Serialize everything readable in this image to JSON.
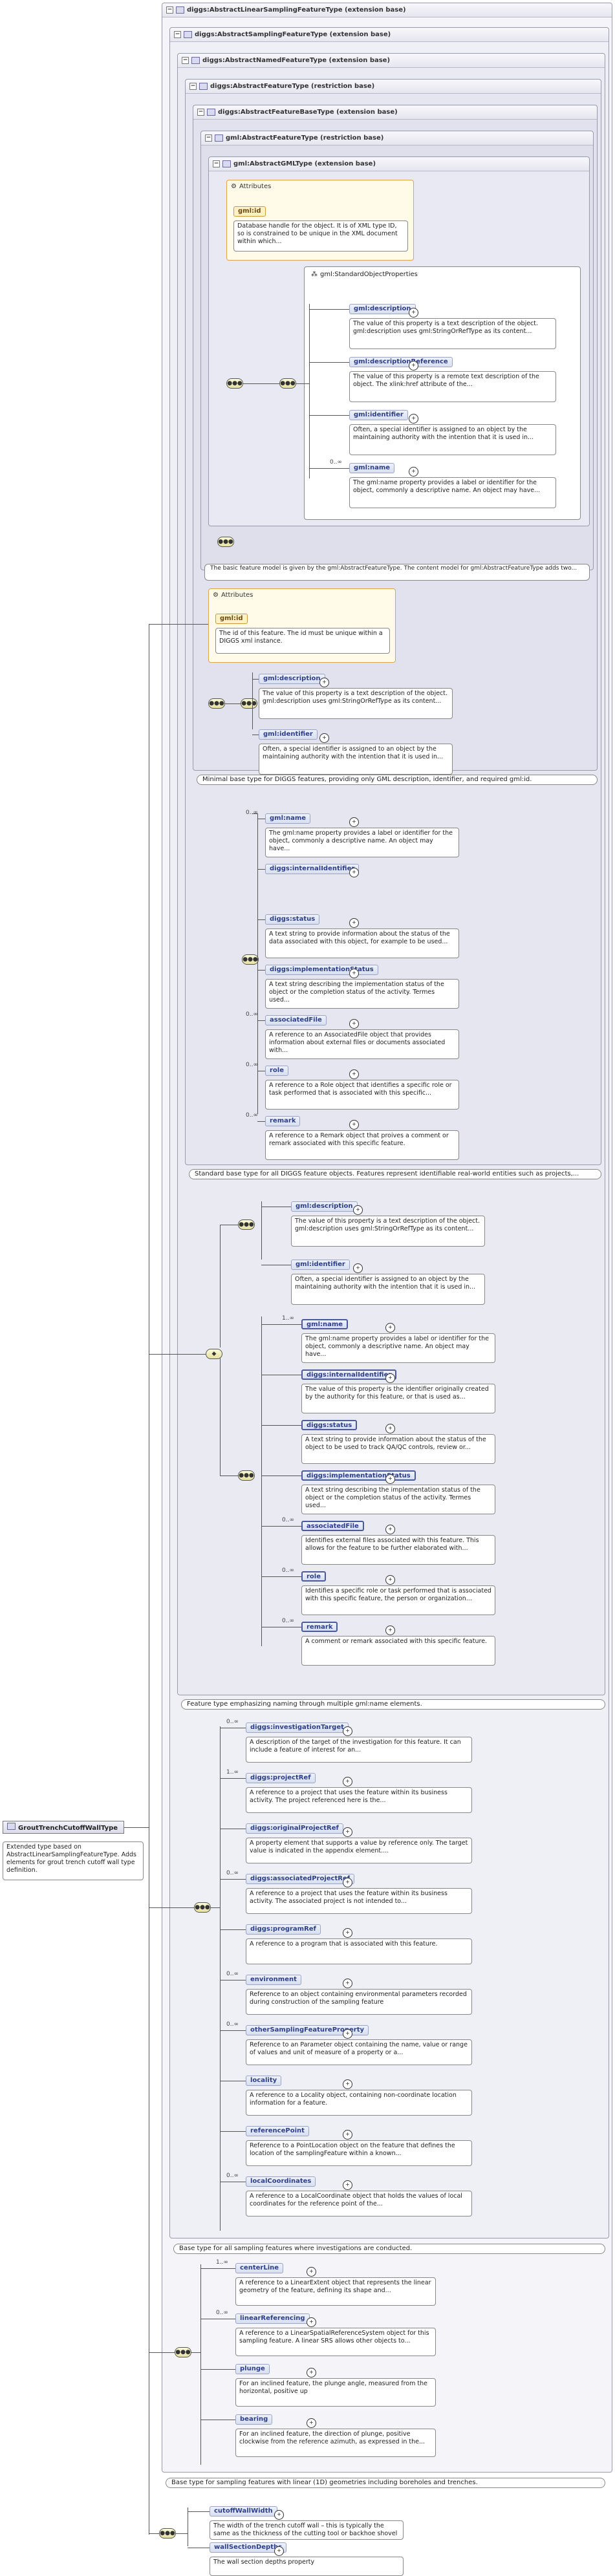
{
  "root": {
    "name": "GroutTrenchCutoffWallType",
    "description": "Extended type based on AbstractLinearSamplingFeatureType. Adds elements for grout trench cutoff wall type definition."
  },
  "headers": [
    "diggs:AbstractLinearSamplingFeatureType (extension base)",
    "diggs:AbstractSamplingFeatureType (extension base)",
    "diggs:AbstractNamedFeatureType (extension base)",
    "diggs:AbstractFeatureType (restriction base)",
    "diggs:AbstractFeatureBaseType (extension base)",
    "gml:AbstractFeatureType (restriction base)",
    "gml:AbstractGMLType (extension base)"
  ],
  "gml_attrs": {
    "title": "Attributes",
    "attr": "gml:id",
    "attr_desc": "Database handle for the object. It is of XML type ID, so is constrained to be unique in the XML document within which..."
  },
  "gml_std": {
    "group": "gml:StandardObjectProperties",
    "items": [
      {
        "name": "gml:description",
        "card": "",
        "desc": "The value of this property is a text description of the object. gml:description uses gml:StringOrRefType as its content..."
      },
      {
        "name": "gml:descriptionReference",
        "card": "",
        "desc": "The value of this property is a remote text description of the object. The xlink:href attribute of the..."
      },
      {
        "name": "gml:identifier",
        "card": "",
        "desc": "Often, a special identifier is assigned to an object by the maintaining authority with the intention that it is used in..."
      },
      {
        "name": "gml:name",
        "card": "0..∞",
        "desc": "The gml:name property provides a label or identifier for the object, commonly a descriptive name. An object may have..."
      }
    ]
  },
  "gml_feature_note": "The basic feature model is given by the gml:AbstractFeatureType. The content model for gml:AbstractFeatureType adds two...",
  "base_attrs": {
    "title": "Attributes",
    "attr": "gml:id",
    "attr_desc": "The id of this feature. The id must be unique within a DIGGS xml instance."
  },
  "base_items": [
    {
      "name": "gml:description",
      "desc": "The value of this property is a text description of the object. gml:description uses gml:StringOrRefType as its content..."
    },
    {
      "name": "gml:identifier",
      "desc": "Often, a special identifier is assigned to an object by the maintaining authority with the intention that it is used in..."
    }
  ],
  "base_note": "Minimal base type for DIGGS features, providing only GML description, identifier, and required gml:id.",
  "feat_items": [
    {
      "name": "gml:name",
      "card": "0..∞",
      "desc": "The gml:name property provides a label or identifier for the object, commonly a descriptive name. An object may have..."
    },
    {
      "name": "diggs:internalIdentifier",
      "card": "",
      "desc": ""
    },
    {
      "name": "diggs:status",
      "card": "",
      "desc": "A text string to provide information about the status of the data associated with this object, for example to be used..."
    },
    {
      "name": "diggs:implementationStatus",
      "card": "",
      "desc": "A text string describing the implementation status of the object or the completion status of the activity. Termes used..."
    },
    {
      "name": "associatedFile",
      "card": "0..∞",
      "desc": "A reference to an AssociatedFile object that provides information about external files or documents associated with..."
    },
    {
      "name": "role",
      "card": "0..∞",
      "desc": "A reference to a Role object that identifies a specific role or task performed that is associated with this specific..."
    },
    {
      "name": "remark",
      "card": "0..∞",
      "desc": "A reference to a Remark object that proives a comment or remark associated with this specific feature."
    }
  ],
  "feat_note": "Standard base type for all DIGGS feature objects. Features represent identifiable real-world entities such as projects,...",
  "named_a": [
    {
      "name": "gml:description",
      "desc": "The value of this property is a text description of the object. gml:description uses gml:StringOrRefType as its content..."
    },
    {
      "name": "gml:identifier",
      "desc": "Often, a special identifier is assigned to an object by the maintaining authority with the intention that it is used in..."
    }
  ],
  "named_b": [
    {
      "name": "gml:name",
      "card": "1..∞",
      "desc": "The gml:name property provides a label or identifier for the object, commonly a descriptive name. An object may have..."
    },
    {
      "name": "diggs:internalIdentifier",
      "card": "",
      "desc": "The value of this property is the identifier originally created by the authority for this feature, or that is used as..."
    },
    {
      "name": "diggs:status",
      "card": "",
      "desc": "A text string to provide information about the status of the object to be used to track QA/QC controls, review or..."
    },
    {
      "name": "diggs:implementationStatus",
      "card": "",
      "desc": "A text string describing the implementation status of the object or the completion status of the activity. Termes used..."
    },
    {
      "name": "associatedFile",
      "card": "0..∞",
      "desc": "Identifies external files associated with this feature. This allows for the feature to be further elaborated with..."
    },
    {
      "name": "role",
      "card": "0..∞",
      "desc": "Identifies a specific role or task performed that is associated with this specific feature, the person or organization..."
    },
    {
      "name": "remark",
      "card": "0..∞",
      "desc": "A comment or remark associated with this specific feature."
    }
  ],
  "named_note": "Feature type emphasizing naming through multiple gml:name elements.",
  "sampling_items": [
    {
      "name": "diggs:investigationTarget",
      "card": "0..∞",
      "desc": "A description of the target of the investigation for this feature. It can include a feature of interest for an..."
    },
    {
      "name": "diggs:projectRef",
      "card": "1..∞",
      "desc": "A reference to a project that uses the feature within its business activity. The project referenced here is the..."
    },
    {
      "name": "diggs:originalProjectRef",
      "card": "",
      "desc": "A property element that supports a value by reference only. The target value is indicated in the appendix element...."
    },
    {
      "name": "diggs:associatedProjectRef",
      "card": "0..∞",
      "desc": "A reference to a project that uses the feature within its business activity. The associated project is not intended to..."
    },
    {
      "name": "diggs:programRef",
      "card": "",
      "desc": "A reference to a program that is associated with this feature."
    },
    {
      "name": "environment",
      "card": "0..∞",
      "desc": "Reference to an object containing environmental parameters recorded during construction of the sampling feature"
    },
    {
      "name": "otherSamplingFeatureProperty",
      "card": "0..∞",
      "desc": "Reference to an Parameter object containing the name, value or range of values and unit of measure of a property or a..."
    },
    {
      "name": "locality",
      "card": "",
      "desc": "A reference to a Locality object, containing non-coordinate location information for a feature."
    },
    {
      "name": "referencePoint",
      "card": "",
      "desc": "Reference to a PointLocation object on the feature that defines the location of the samplingFeature within a known..."
    },
    {
      "name": "localCoordinates",
      "card": "0..∞",
      "desc": "A reference to a LocalCoordinate object that holds the values of local coordinates for the reference point of the..."
    }
  ],
  "sampling_note": "Base type for all sampling features where investigations are conducted.",
  "linear_items": [
    {
      "name": "centerLine",
      "card": "1..∞",
      "desc": "A reference to a LinearExtent object that represents the linear geometry of the feature, defining its shape and..."
    },
    {
      "name": "linearReferencing",
      "card": "0..∞",
      "desc": "A reference to a LinearSpatialReferenceSystem object for this sampling feature. A linear SRS allows other objects to..."
    },
    {
      "name": "plunge",
      "card": "",
      "desc": "For an inclined feature, the plunge angle, measured from the horizontal, positive up"
    },
    {
      "name": "bearing",
      "card": "",
      "desc": "For an inclined feature, the direction of plunge, positive clockwise from the reference azimuth, as expressed in the..."
    }
  ],
  "linear_note": "Base type for sampling features with linear (1D) geometries including boreholes and trenches.",
  "grout_items": [
    {
      "name": "cutoffWallWidth",
      "desc": "The width of the trench cutoff wall – this is typically the same as the thickness of the cutting tool or backhoe shovel"
    },
    {
      "name": "wallSectionDepths",
      "desc": "The wall section depths property"
    }
  ]
}
